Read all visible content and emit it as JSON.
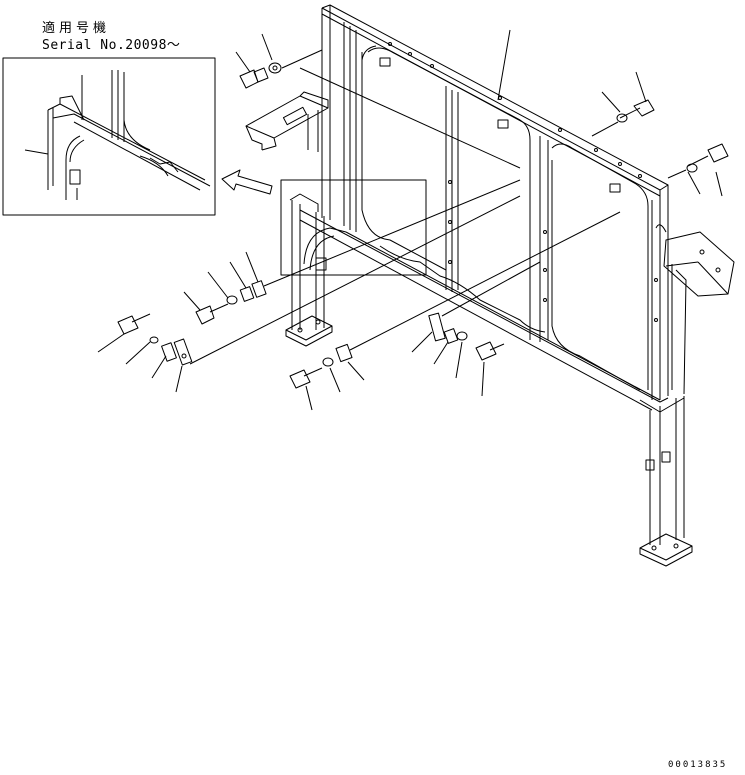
{
  "serial_note": {
    "label_jp": "適用号機",
    "label_en": "Serial No.20098～"
  },
  "drawing_number": "00013835",
  "colors": {
    "ink": "#000000",
    "paper": "#ffffff"
  }
}
